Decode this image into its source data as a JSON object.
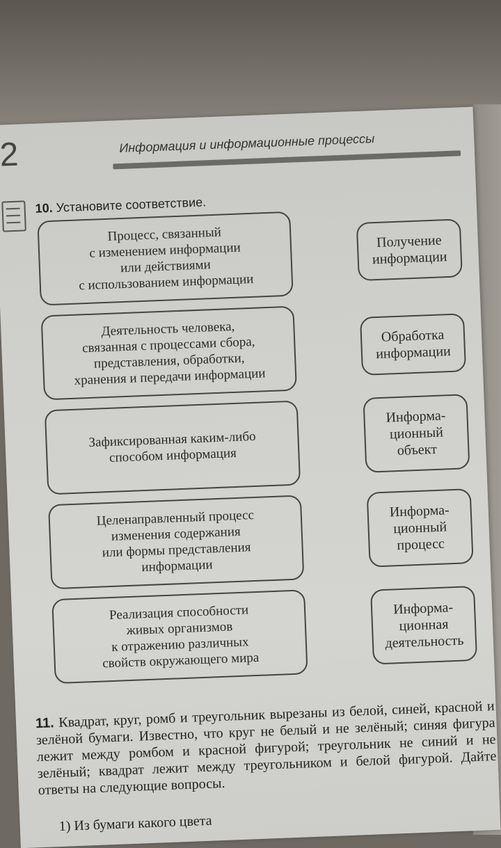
{
  "page": {
    "chapter_number": "2",
    "header": "Информация и информационные процессы"
  },
  "task10": {
    "number": "10.",
    "instruction": "Установите соответствие.",
    "left_items": [
      "Процесс, связанный\nс изменением информации\nили действиями\nс использованием информации",
      "Деятельность человека,\nсвязанная с процессами сбора,\nпредставления, обработки,\nхранения и передачи информации",
      "Зафиксированная каким-либо\nспособом информация",
      "Целенаправленный процесс\nизменения содержания\nили формы представления\nинформации",
      "Реализация способности\nживых организмов\nк отражению различных\nсвойств окружающего мира"
    ],
    "right_items": [
      "Получение\nинформации",
      "Обработка\nинформации",
      "Информа-\nционный\nобъект",
      "Информа-\nционный\nпроцесс",
      "Информа-\nционная\nдеятельность"
    ]
  },
  "task11": {
    "number": "11.",
    "text": "Квадрат, круг, ромб и треугольник вырезаны из белой, синей, красной и зелёной бумаги. Известно, что круг не белый и не зелёный; синяя фигура лежит между ромбом и красной фигурой; треугольник не синий и не зелёный; квадрат лежит между треугольником и белой фигурой. Дайте ответы на следующие вопросы.",
    "question_1": "1)  Из бумаги какого цвета"
  }
}
